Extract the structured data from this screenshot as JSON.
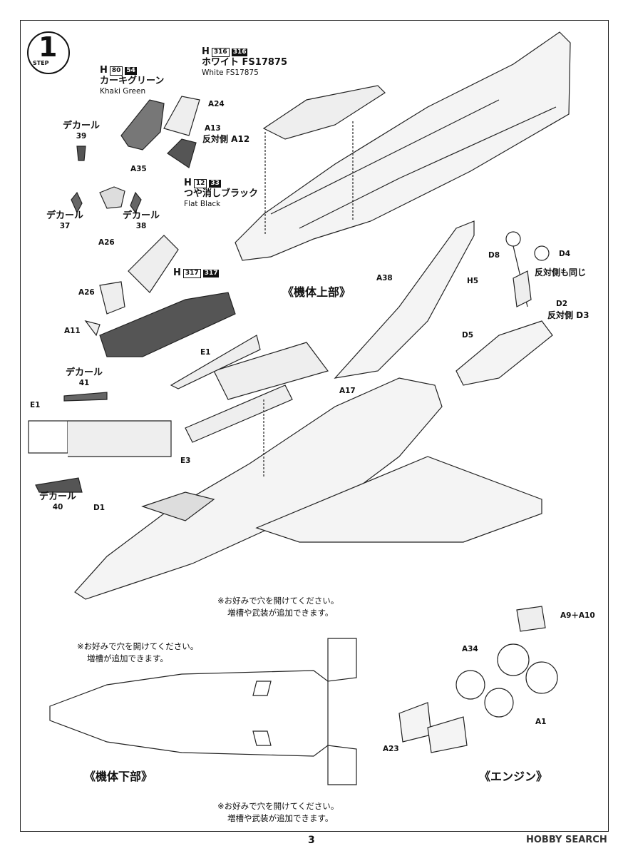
{
  "step": {
    "label": "STEP",
    "number": "1"
  },
  "paints": {
    "khaki": {
      "h": "H",
      "code1": "80",
      "code2": "54",
      "jp": "カーキグリーン",
      "en": "Khaki Green"
    },
    "white": {
      "h": "H",
      "code1": "316",
      "code2": "316",
      "jp": "ホワイト FS17875",
      "en": "White FS17875"
    },
    "black": {
      "h": "H",
      "code1": "12",
      "code2": "33",
      "jp": "つや消しブラック",
      "en": "Flat Black"
    },
    "seat": {
      "h": "H",
      "code1": "317",
      "code2": "317"
    }
  },
  "decals": {
    "d39": {
      "jp": "デカール",
      "num": "39"
    },
    "d37": {
      "jp": "デカール",
      "num": "37"
    },
    "d38": {
      "jp": "デカール",
      "num": "38"
    },
    "d41": {
      "jp": "デカール",
      "num": "41"
    },
    "d40": {
      "jp": "デカール",
      "num": "40"
    }
  },
  "parts": {
    "a24": "A24",
    "a13": "A13",
    "a12": "反対側 A12",
    "a35": "A35",
    "a26a": "A26",
    "a26b": "A26",
    "a11": "A11",
    "e1a": "E1",
    "e1b": "E1",
    "e3": "E3",
    "d1": "D1",
    "a38": "A38",
    "a17": "A17",
    "d8": "D8",
    "d4": "D4",
    "d4note": "反対側も同じ",
    "h5": "H5",
    "d2": "D2",
    "d3": "反対側 D3",
    "d5": "D5",
    "a9a10": "A9＋A10",
    "a34": "A34",
    "a1": "A1",
    "a23": "A23"
  },
  "sections": {
    "upper": "《機体上部》",
    "lower": "《機体下部》",
    "engine": "《エンジン》"
  },
  "notes": {
    "top_line1": "※お好みで穴を開けてください。",
    "top_line2": "増槽や武装が追加できます。",
    "left_line1": "※お好みで穴を開けてください。",
    "left_line2": "増槽が追加できます。",
    "bottom_line1": "※お好みで穴を開けてください。",
    "bottom_line2": "増槽や武装が追加できます。"
  },
  "page_number": "3",
  "watermark": "HOBBY SEARCH"
}
